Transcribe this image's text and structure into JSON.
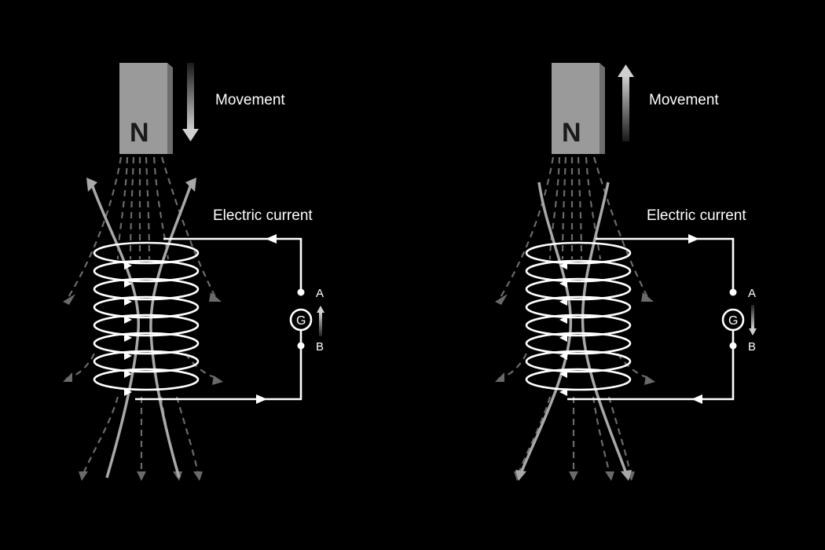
{
  "panels": [
    {
      "id": "left",
      "magnet_pole": "N",
      "movement_label": "Movement",
      "movement_direction": "down",
      "current_label": "Electric current",
      "galvanometer_label": "G",
      "terminal_a_label": "A",
      "terminal_b_label": "B",
      "galvanometer_deflection": "up",
      "circuit_current_direction": "counterclockwise"
    },
    {
      "id": "right",
      "magnet_pole": "N",
      "movement_label": "Movement",
      "movement_direction": "up",
      "current_label": "Electric current",
      "galvanometer_label": "G",
      "terminal_a_label": "A",
      "terminal_b_label": "B",
      "galvanometer_deflection": "down",
      "circuit_current_direction": "clockwise"
    }
  ],
  "colors": {
    "background": "#000000",
    "magnet_face": "#9a9a9a",
    "magnet_side": "#6e6e6e",
    "coil": "#ffffff",
    "field_line_solid": "#a8a8a8",
    "field_line_dashed": "#6a6a6a",
    "text": "#ffffff"
  }
}
